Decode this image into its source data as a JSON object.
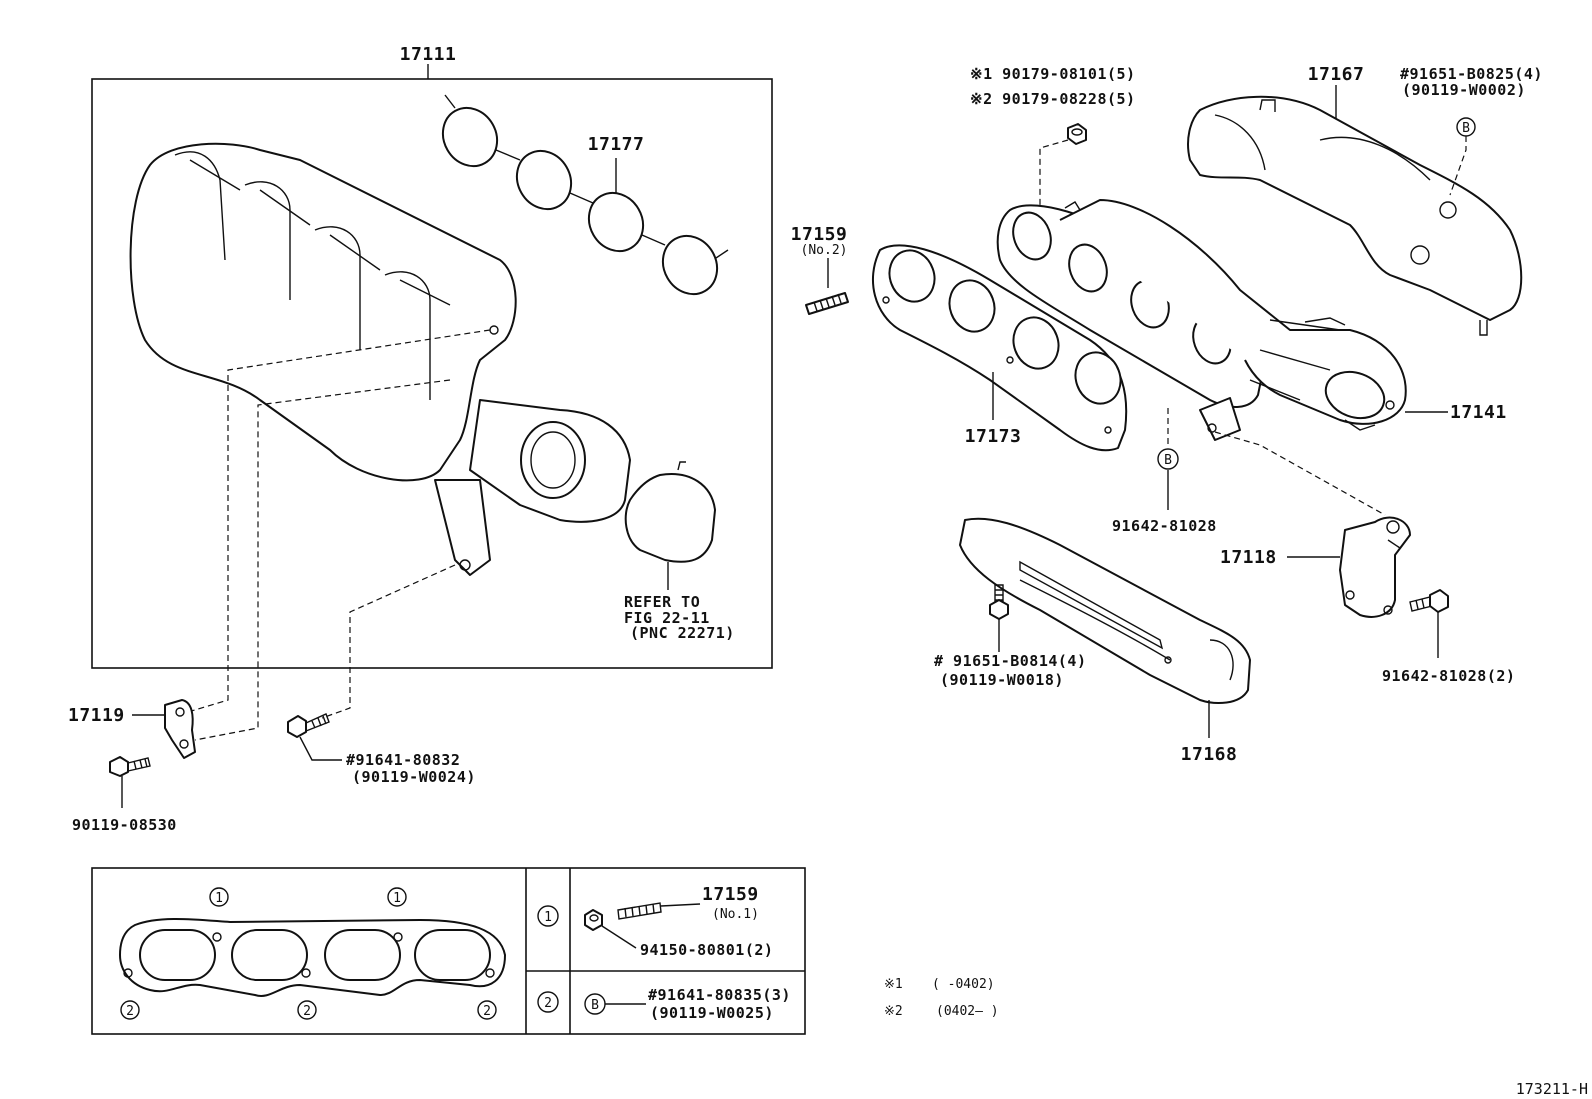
{
  "figure_code": "173211-H",
  "parts": {
    "intake_manifold": "17111",
    "intake_gasket": "17177",
    "stud_no2": "17159",
    "stud_no2_note": "(No.2)",
    "nut_line1": "※1  90179-08101(5)",
    "nut_line2": "※2  90179-08228(5)",
    "heat_insulator_upper": "17167",
    "bolt_b_upper_1": "#91651-B0825(4)",
    "bolt_b_upper_2": "(90119-W0002)",
    "exhaust_gasket": "17173",
    "exhaust_manifold": "17141",
    "bolt_91642": "91642-81028",
    "bracket_17118": "17118",
    "bolt_91642_2": "91642-81028(2)",
    "bolt_lower_insul_1": "# 91651-B0814(4)",
    "bolt_lower_insul_2": "(90119-W0018)",
    "heat_insulator_lower": "17168",
    "refer_1": "REFER TO",
    "refer_2": "FIG 22-11",
    "refer_3": "(PNC 22271)",
    "stay_17119": "17119",
    "bolt_17119": "90119-08530",
    "bolt_intake_1": "#91641-80832",
    "bolt_intake_2": "(90119-W0024)"
  },
  "inset": {
    "marker_1": "1",
    "marker_2": "2",
    "row1_stud": "17159",
    "row1_stud_note": "(No.1)",
    "row1_nut": "94150-80801(2)",
    "row2_bolt_1": "#91641-80835(3)",
    "row2_bolt_2": "(90119-W0025)",
    "circle_b": "B"
  },
  "notes": {
    "note1_mark": "※1",
    "note1_text": "(        -0402)",
    "note2_mark": "※2",
    "note2_text": "(0402–        )"
  },
  "markers": {
    "b_upper": "B",
    "b_center": "B"
  }
}
